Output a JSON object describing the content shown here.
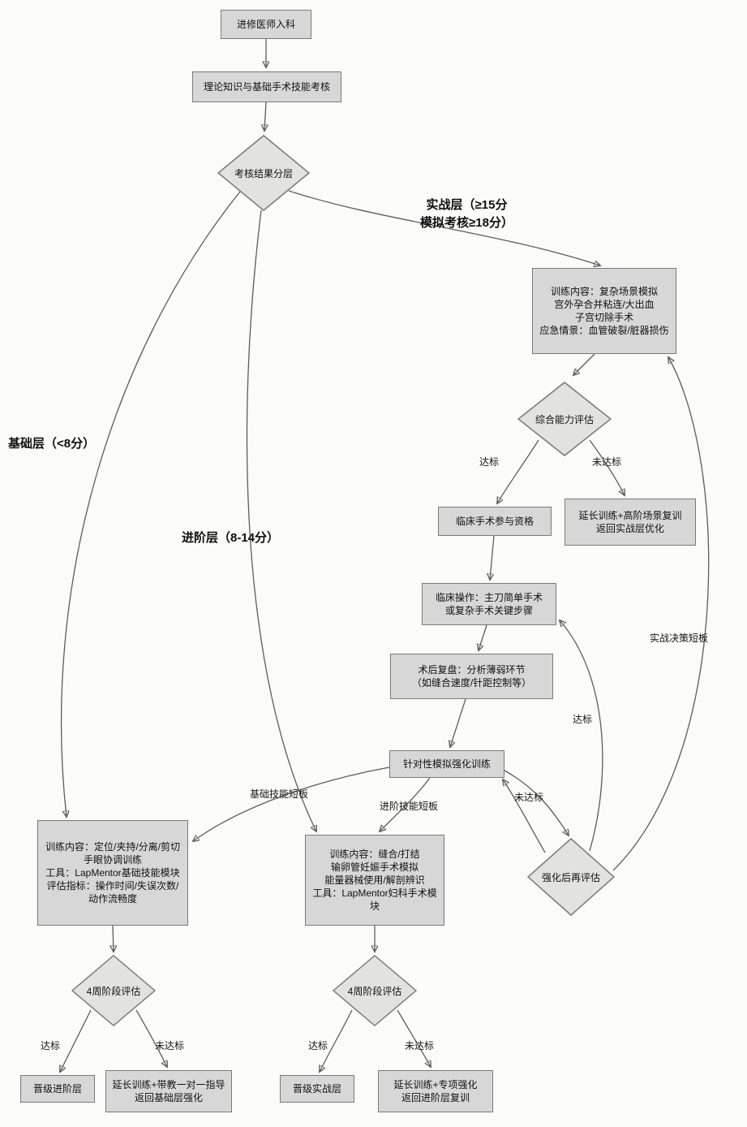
{
  "nodes": {
    "start": {
      "label": "进修医师入科"
    },
    "exam": {
      "label": "理论知识与基础手术技能考核"
    },
    "result_split": {
      "label": "考核结果分层"
    },
    "adv_training": {
      "label": "训练内容：复杂场景模拟\n宫外孕合并粘连/大出血\n子宫切除手术\n应急情景：血管破裂/脏器损伤"
    },
    "comprehensive_eval": {
      "label": "综合能力评估"
    },
    "qualification": {
      "label": "临床手术参与资格"
    },
    "ext_advanced": {
      "label": "延长训练+高阶场景复训\n返回实战层优化"
    },
    "clinical_op": {
      "label": "临床操作：主刀简单手术\n或复杂手术关键步骤"
    },
    "post_review": {
      "label": "术后复盘：分析薄弱环节\n（如缝合速度/针距控制等）"
    },
    "targeted_training": {
      "label": "针对性模拟强化训练"
    },
    "reassess": {
      "label": "强化后再评估"
    },
    "basic_training": {
      "label": "训练内容：定位/夹持/分离/剪切\n手眼协调训练\n工具：LapMentor基础技能模块\n评估指标：操作时间/失误次数/\n动作流畅度"
    },
    "inter_training": {
      "label": "训练内容：缝合/打结\n输卵管妊娠手术模拟\n能量器械使用/解剖辨识\n工具：LapMentor妇科手术模块"
    },
    "basic_eval": {
      "label": "4周阶段评估"
    },
    "inter_eval": {
      "label": "4周阶段评估"
    },
    "promote_inter": {
      "label": "晋级进阶层"
    },
    "ext_basic": {
      "label": "延长训练+带教一对一指导\n返回基础层强化"
    },
    "promote_adv": {
      "label": "晋级实战层"
    },
    "ext_inter": {
      "label": "延长训练+专项强化\n返回进阶层复训"
    }
  },
  "edge_labels": {
    "adv_layer": "实战层（≥15分\n模拟考核≥18分）",
    "basic_layer": "基础层（<8分）",
    "inter_layer": "进阶层（8-14分）",
    "pass": "达标",
    "fail": "未达标",
    "decision_gap": "实战决策短板",
    "basic_gap": "基础技能短板",
    "inter_gap": "进阶技能短板"
  }
}
